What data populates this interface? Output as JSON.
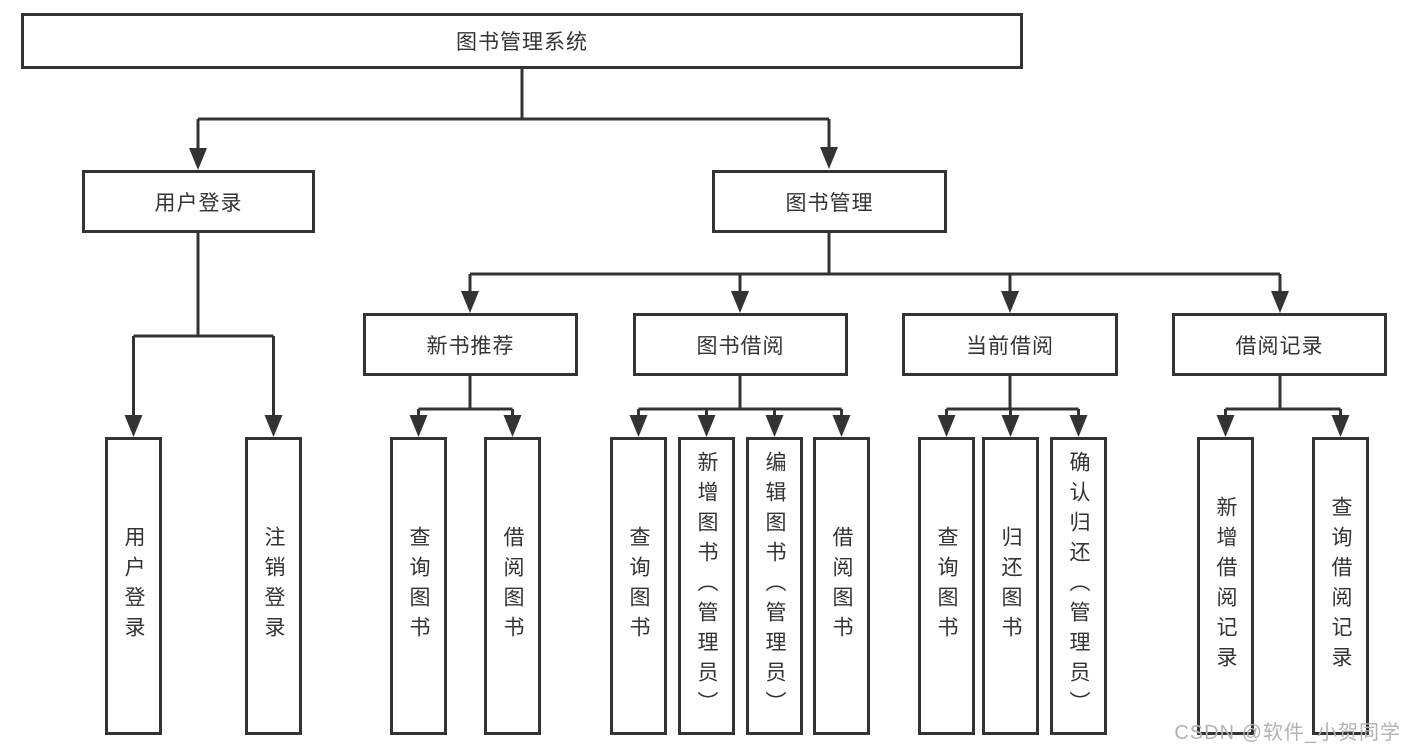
{
  "nodes": {
    "root": "图书管理系统",
    "user_login": "用户登录",
    "book_management": "图书管理",
    "new_book_recommend": "新书推荐",
    "book_borrowing": "图书借阅",
    "current_borrowing": "当前借阅",
    "borrow_records": "借阅记录",
    "leaf_user_login": "用户登录",
    "leaf_logout": "注销登录",
    "leaf_nbr_query_books": "查询图书",
    "leaf_nbr_borrow_books": "借阅图书",
    "leaf_bb_query_books": "查询图书",
    "leaf_bb_add_books_admin": "新增图书（管理员）",
    "leaf_bb_edit_books_admin": "编辑图书（管理员）",
    "leaf_bb_borrow_books": "借阅图书",
    "leaf_cb_query_books": "查询图书",
    "leaf_cb_return_books": "归还图书",
    "leaf_cb_confirm_return_admin": "确认归还（管理员）",
    "leaf_br_add_record": "新增借阅记录",
    "leaf_br_query_record": "查询借阅记录"
  },
  "watermark": "CSDN @软件_小贺同学",
  "colors": {
    "line": "#333333",
    "box_border": "#333333",
    "text": "#333333",
    "watermark": "#b3b3b3",
    "background": "#ffffff"
  }
}
